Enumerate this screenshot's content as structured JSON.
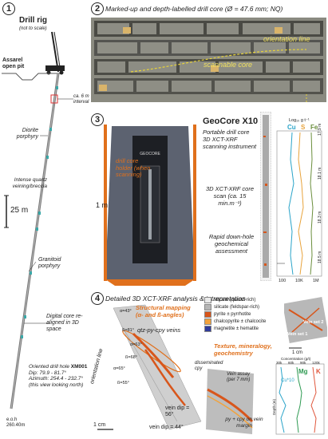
{
  "panel1": {
    "number": "1",
    "drill_rig": "Drill rig",
    "drill_rig_note": "(not to scale)",
    "assarel_pit": "Assarel open pit",
    "interval_note": "ca. 6 m interval",
    "diorite": "Diorite porphyry",
    "quartz_veining": "Intense quartz veining/breccia",
    "scale_bar": "25 m",
    "granitoid": "Granitoid porphyry",
    "digital_core": "Digital core re-aligned in 3D space",
    "hole_label": "Oriented drill hole",
    "hole_id": "XM001",
    "dip": "Dip: 79.9 - 81.7°",
    "azimuth": "Azimuth: 254.4 - 232.7°",
    "view_note": "(this view looking north)",
    "eoh": "e.o.h",
    "eoh_depth": "260.40m"
  },
  "panel2": {
    "number": "2",
    "title": "Marked-up and depth-labelled drill core (Ø = 47.6 mm; NQ)",
    "orientation_line": "orientation line",
    "scannable_core": "scannable core"
  },
  "panel3": {
    "number": "3",
    "title": "GeoCore X10",
    "subtitle": "Portable drill core 3D XCT-XRF scanning instrument",
    "holder": "drill core holder (when scanning)",
    "scale": "1 m",
    "scan_label": "3D XCT-XRF core scan (ca. 15 min.m⁻¹)",
    "rapid": "Rapid down-hole geochemical assessment",
    "log_axis": "Log₁₀ g t⁻¹",
    "el_cu": "Cu",
    "el_s": "S",
    "el_fe": "Fe",
    "depth_ticks": [
      "17.9 m",
      "18.1 m",
      "18.3 m",
      "18.5 m"
    ],
    "x_ticks": [
      "100",
      "10K",
      "1M"
    ]
  },
  "panel4": {
    "number": "4",
    "title": "Detailed 3D XCT-XRF analysis & intrepretation",
    "structural": "Structural mapping (α- and ß-angles)",
    "veins": "qtz-py-cpy veins",
    "orientation_line": "orientation line",
    "vein_dip1": "vein dip = 56°",
    "vein_dip2": "vein dip = 44°",
    "scale1": "1 cm",
    "angles": [
      "α=43°",
      "ß=81°",
      "α=63°",
      "ß=68°",
      "α=65°",
      "ß=55°"
    ],
    "legend": [
      {
        "label": "silicate (quartz-rich)",
        "color": "#e9e9e9"
      },
      {
        "label": "silicate (feldspar-rich)",
        "color": "#b5b5b5"
      },
      {
        "label": "pyrite ± pyrrhotite",
        "color": "#d8561b"
      },
      {
        "label": "chalcopyrite ± chalcocite",
        "color": "#f2a23c"
      },
      {
        "label": "magnetite ± hematite",
        "color": "#2f3a9a"
      }
    ],
    "texture": "Texture, mineralogy, geochemistry",
    "disseminated": "disseminated cpy",
    "vein_assay": "Vein assay (per 7 mm)",
    "py_cpy": "py + cpy on vein margin",
    "scale2": "1 cm",
    "vein_set1": "Vein set 1",
    "vein_set2": "Vein set 2",
    "conc_axis": "Concentration (g/t)",
    "conc_ticks": [
      "30k",
      "60k",
      "90k",
      "120k"
    ],
    "el_mg": "Mg",
    "el_k": "K",
    "el_cu10": "Cu*10",
    "depth_axis": "Depth (m)"
  },
  "colors": {
    "orange": "#e0701c",
    "cu": "#2aa4c9",
    "s": "#e8a33b",
    "fe": "#6a8e3c",
    "mg": "#2e9a52",
    "k": "#e0553a"
  }
}
